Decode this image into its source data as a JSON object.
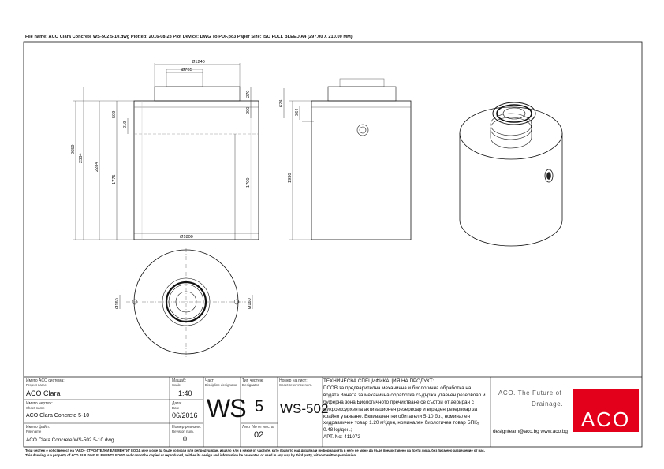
{
  "header": {
    "file_info": "File name: ACO Clara Concrete WS-502 5-10.dwg   Plotted: 2016-08-23   Plot Device: DWG To PDF.pc3   Paper Size: ISO FULL BLEED A4 (297.00 X 210.00 MM)"
  },
  "dimensions": {
    "d1240": "Ø1240",
    "d785": "Ø785",
    "d1800": "Ø1800",
    "h2659": "2659",
    "h2384": "2384",
    "h2284": "2284",
    "h1775": "1775",
    "h509": "509",
    "h219": "219",
    "h270": "270",
    "h290": "290",
    "h1700": "1700",
    "h624": "624",
    "h364": "364",
    "h1930": "1930",
    "p160a": "Ø160",
    "p160b": "Ø160"
  },
  "title_block": {
    "project_label": "Името ACO система:",
    "project_label_en": "Project name",
    "project_value": "ACO Clara",
    "sheet_label": "Името чертеж:",
    "sheet_label_en": "Sheet name",
    "sheet_value": "ACO Clara Concrete 5-10",
    "file_label": "Името файл:",
    "file_label_en": "File name",
    "file_value": "ACO Clara Concrete WS-502 5-10.dwg",
    "scale_label": "Мащаб:",
    "scale_label_en": "Scale",
    "scale_value": "1:40",
    "date_label": "Дата:",
    "date_label_en": "Date",
    "date_value": "06/2016",
    "rev_label": "Номер ревизия:",
    "rev_label_en": "Revision num.",
    "rev_value": "0",
    "part_label": "Част:",
    "part_label_en": "Discipline designator",
    "part_value": "WS",
    "type_label": "Тип чертеж:",
    "type_label_en": "Designator",
    "type_value": "5",
    "sheet_no_label": "Номер на лист:",
    "sheet_no_label_en": "Sheet reference num.",
    "sheet_no_value": "WS-502",
    "sheet_of_label": "Лист No от листа:",
    "sheet_of_value": "02"
  },
  "spec": {
    "lines": [
      "ТЕХНИЧЕСКА СПЕЦИФИКАЦИЯ НА ПРОДУКТ:",
      "ПСОВ за предварителна механична и биологична обработка на",
      "водата.Зоната за механична обработка съдържа утаечен резервоар и",
      "буферна зона.Биологичното пречистване се състои от аериран с",
      "микроексурхента активационен резервоар и вграден резервоар за",
      "крайно утаяване. Еквивалентни обитатели 5-10 бр., номинален",
      "хидравличен товар 1.20 м³/ден, номинален биологичен товар БПК₅",
      "0.48 kg/ден.;",
      "АРТ. No: 411072"
    ]
  },
  "brand": {
    "slogan_line1": "ACO. The Future of",
    "slogan_line2": "Drainage.",
    "contact": "designteam@aco.bg   www.aco.bg",
    "logo_text": "ACO",
    "red": "#e2001a"
  },
  "footer": {
    "line1": "Този чертеж е собственост на \"АКО - СТРОИТЕЛНИ ЕЛЕМЕНТИ\" ЕООД и не може да бъде копиран или репродуциран, изцяло или в някоя от частите, като правото над дизайна и информацията в него не може да бъде предоставено на трети лица, без писмено разрешение от нас.",
    "line2": "This drawing is a property of ACO BUILDING ELEMENTS EOOD and cannot be copied or reproduced, neither its design and information be presented or used in any way by third party, without written permission."
  }
}
